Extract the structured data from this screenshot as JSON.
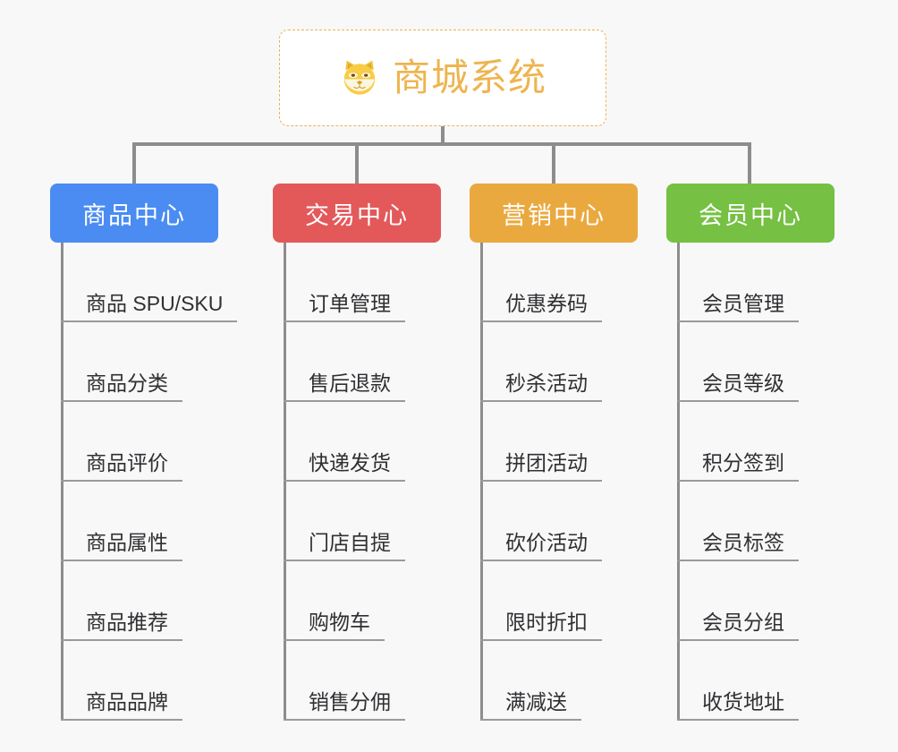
{
  "background_color": "#f8f8f8",
  "root": {
    "title": "商城系统",
    "icon": "shiba-dog-face-emoji",
    "text_color": "#eeb44f",
    "border_color": "#e9b455",
    "background": "#ffffff"
  },
  "columns": [
    {
      "header": "商品中心",
      "color": "#4a8cf2",
      "items": [
        "商品 SPU/SKU",
        "商品分类",
        "商品评价",
        "商品属性",
        "商品推荐",
        "商品品牌"
      ]
    },
    {
      "header": "交易中心",
      "color": "#e3595a",
      "items": [
        "订单管理",
        "售后退款",
        "快递发货",
        "门店自提",
        "购物车",
        "销售分佣"
      ]
    },
    {
      "header": "营销中心",
      "color": "#eaa93f",
      "items": [
        "优惠券码",
        "秒杀活动",
        "拼团活动",
        "砍价活动",
        "限时折扣",
        "满减送"
      ]
    },
    {
      "header": "会员中心",
      "color": "#76c043",
      "items": [
        "会员管理",
        "会员等级",
        "积分签到",
        "会员标签",
        "会员分组",
        "收货地址"
      ]
    }
  ],
  "connector_color": "#8d8d8d"
}
